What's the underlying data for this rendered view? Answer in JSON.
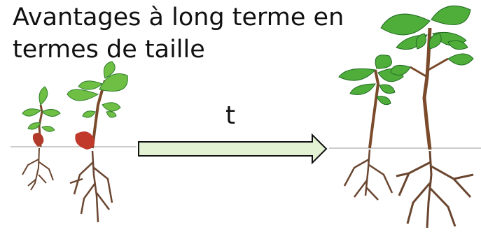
{
  "title": {
    "line1": "Avantages à long terme en",
    "line2": "termes de taille"
  },
  "arrow": {
    "label": "t",
    "fill": "#e3f2d2",
    "stroke": "#111111"
  },
  "colors": {
    "stem": "#7a4a2a",
    "root": "#6a4630",
    "leaf": "#5fb03a",
    "leaf_dark": "#2f7d2c",
    "acorn": "#c0392b",
    "ground": "#bbbbbb"
  }
}
